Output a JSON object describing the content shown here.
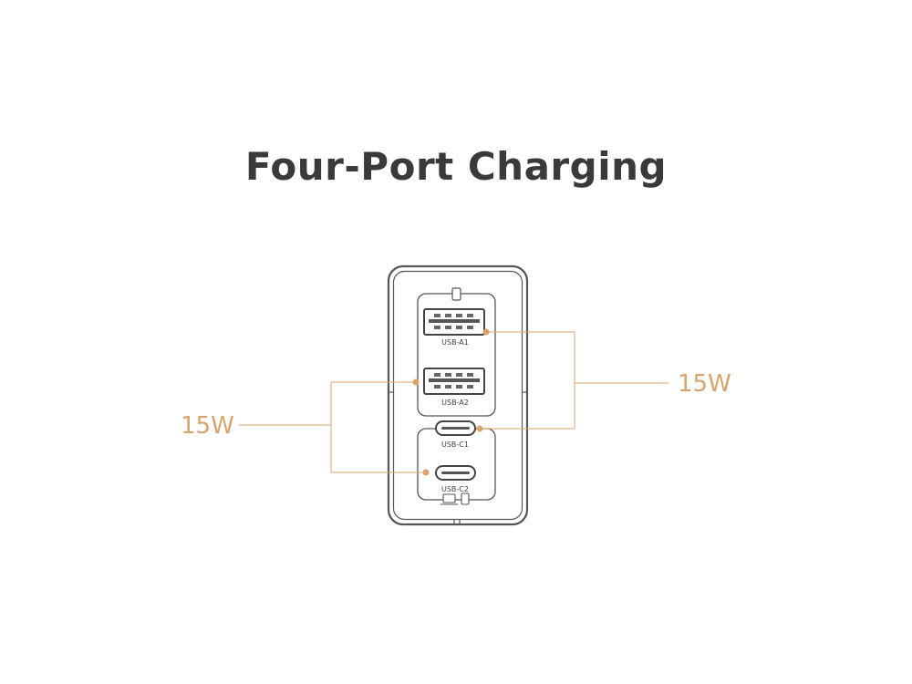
{
  "title": "Four-Port Charging",
  "colors": {
    "accent": "#d9a46b",
    "outline": "#555555",
    "title": "#3a3a3a"
  },
  "ports": [
    {
      "id": "usb-a1",
      "label": "USB-A1"
    },
    {
      "id": "usb-a2",
      "label": "USB-A2"
    },
    {
      "id": "usb-c1",
      "label": "USB-C1"
    },
    {
      "id": "usb-c2",
      "label": "USB-C2"
    }
  ],
  "callouts": {
    "right": {
      "label": "15W",
      "ports": [
        "USB-A1",
        "USB-C1"
      ]
    },
    "left": {
      "label": "15W",
      "ports": [
        "USB-A2",
        "USB-C2"
      ]
    }
  },
  "icons": {
    "top_section": "phone-icon",
    "bottom_section": [
      "laptop-icon",
      "phone-icon"
    ]
  }
}
